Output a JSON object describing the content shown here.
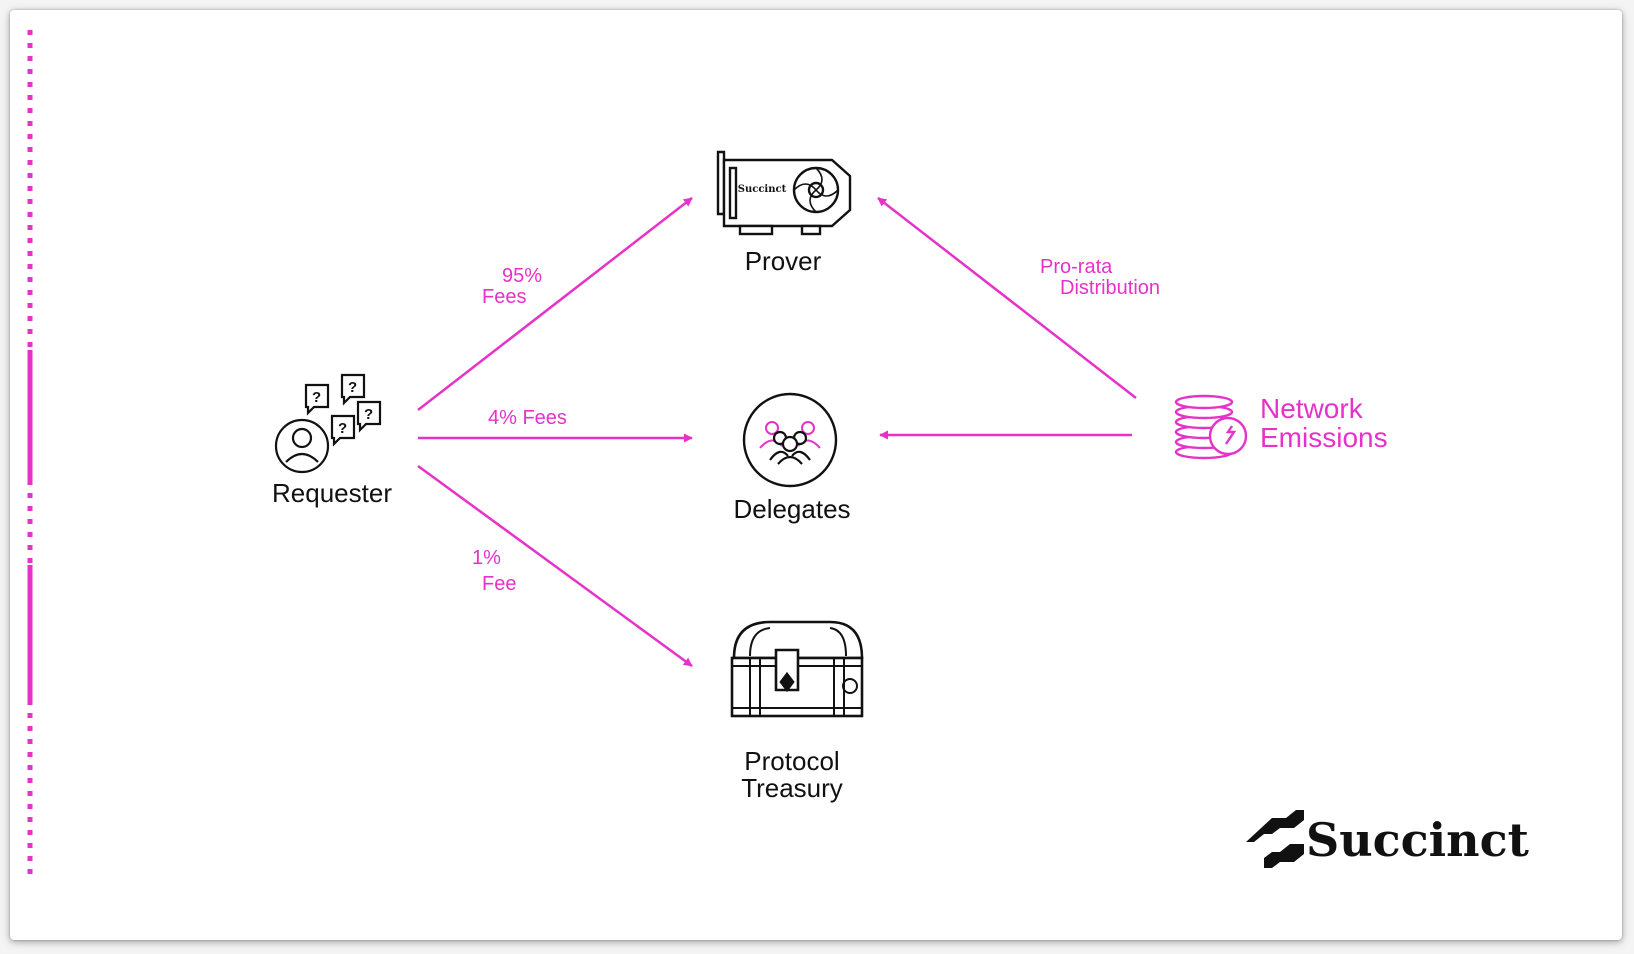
{
  "colors": {
    "accent": "#e632c8",
    "ink": "#111111",
    "background": "#ffffff"
  },
  "nodes": {
    "requester": {
      "label": "Requester",
      "icon": "requester-questions-icon"
    },
    "prover": {
      "label": "Prover",
      "icon": "gpu-card-icon",
      "card_text": "Succinct"
    },
    "delegates": {
      "label": "Delegates",
      "icon": "group-people-icon"
    },
    "treasury": {
      "label_line1": "Protocol",
      "label_line2": "Treasury",
      "icon": "treasure-chest-icon"
    },
    "emissions": {
      "label_line1": "Network",
      "label_line2": "Emissions",
      "icon": "coin-stack-icon"
    }
  },
  "edges": {
    "requester_to_prover": {
      "line1": "95%",
      "line2": "Fees"
    },
    "requester_to_delegates": {
      "line1": "4% Fees"
    },
    "requester_to_treasury": {
      "line1": "1%",
      "line2": "Fee"
    },
    "emissions_to_prover": {
      "line1": "Pro-rata",
      "line2": "Distribution"
    },
    "emissions_to_delegates": {}
  },
  "brand": {
    "name": "Succinct",
    "icon": "succinct-logo-icon"
  }
}
